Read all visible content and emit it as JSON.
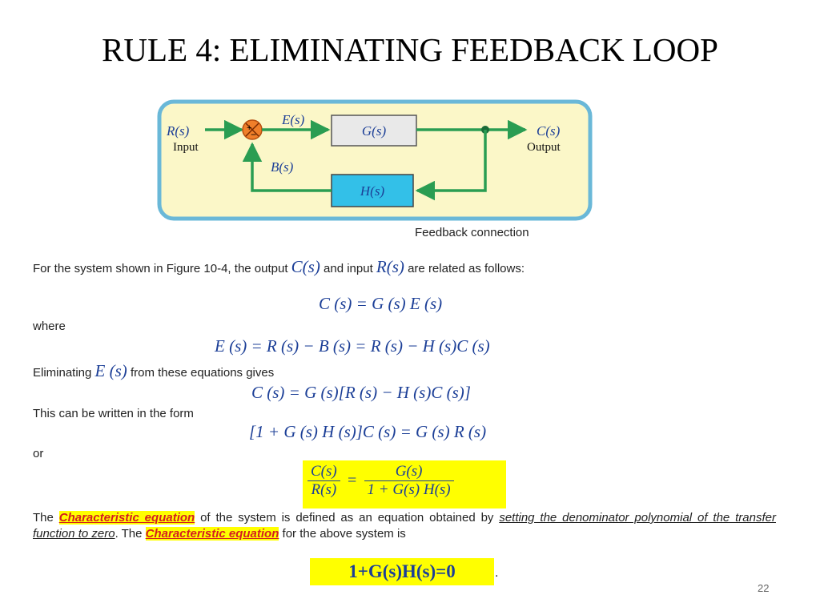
{
  "slide": {
    "title": "RULE 4: ELIMINATING FEEDBACK LOOP",
    "page_number": "22"
  },
  "diagram": {
    "input_signal": "R(s)",
    "input_label": "Input",
    "error_signal": "E(s)",
    "forward_block": "G(s)",
    "output_signal": "C(s)",
    "output_label": "Output",
    "feedback_signal": "B(s)",
    "feedback_block": "H(s)",
    "caption": "Feedback connection",
    "colors": {
      "panel_fill": "#fbf7c8",
      "panel_border": "#6ab8d8",
      "arrow": "#2a9d52",
      "forward_block_fill": "#e9e9e9",
      "feedback_block_fill": "#33c0e8",
      "summer_fill": "#f07f2a",
      "text": "#1c3f97"
    }
  },
  "content": {
    "line1_a": "For the system shown in Figure 10-4, the output",
    "line1_cs": "C(s)",
    "line1_b": "and input",
    "line1_rs": "R(s)",
    "line1_c": "are related as follows:",
    "eq1": "C (s) = G (s) E (s)",
    "where": "where",
    "eq2": "E (s) = R (s) − B (s) = R (s) − H (s)C (s)",
    "elim_a": "Eliminating",
    "elim_es": "E (s)",
    "elim_b": "from these equations gives",
    "eq3": "C (s) = G (s)[R (s) − H (s)C (s)]",
    "form": "This can be written in the form",
    "eq4": "[1 + G (s) H (s)]C (s) = G (s) R (s)",
    "or": "or",
    "tf_left_num": "C(s)",
    "tf_left_den": "R(s)",
    "tf_equals": "=",
    "tf_right_num": "G(s)",
    "tf_right_den": "1 + G(s) H(s)",
    "para_the": "The",
    "para_char1": "Characteristic equation",
    "para_mid": "of the system is defined as an equation obtained by",
    "para_setting": "setting the denominator polynomial of the transfer function to zero",
    "para_dot_the": ". The",
    "para_char2": "Characteristic equation",
    "para_end": "for the above system is",
    "final_eq": "1+G(s)H(s)=0",
    "final_period": "."
  }
}
